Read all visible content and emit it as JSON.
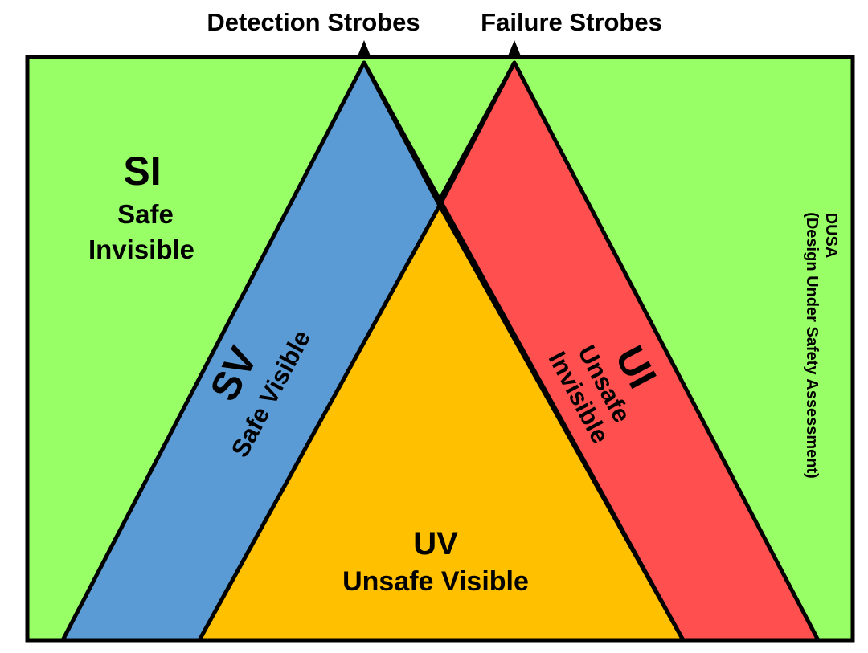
{
  "top_labels": {
    "detection": "Detection Strobes",
    "failure": "Failure Strobes"
  },
  "regions": {
    "si": {
      "code": "SI",
      "line1": "Safe",
      "line2": "Invisible",
      "color": "#99FF66"
    },
    "sv": {
      "code": "SV",
      "name": "Safe Visible",
      "color": "#5B9BD5"
    },
    "ui": {
      "code": "UI",
      "line1": "Unsafe",
      "line2": "Invisible",
      "color": "#FF4F4F"
    },
    "uv": {
      "code": "UV",
      "name": "Unsafe Visible",
      "color": "#FFC000"
    }
  },
  "side_label": {
    "line1": "DUSA",
    "line2": "(Design Under Safety Assessment)"
  },
  "colors": {
    "outline": "#000000"
  }
}
